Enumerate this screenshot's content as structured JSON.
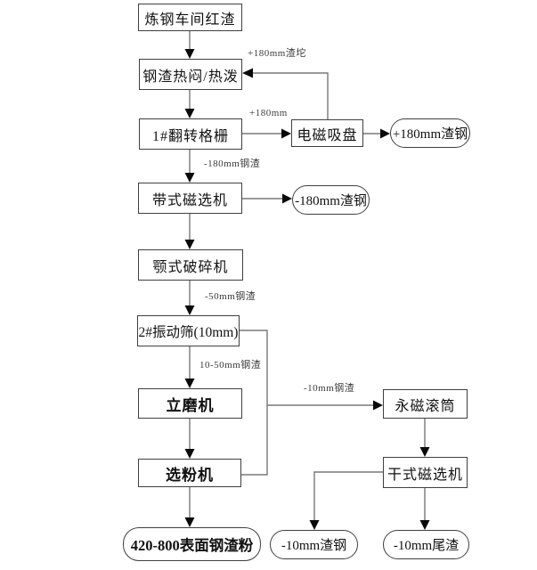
{
  "nodes": {
    "red_slag": {
      "label": "炼钢车间红渣"
    },
    "hot_stew": {
      "label": "钢渣热闷/热泼"
    },
    "grid1": {
      "label": "1#翻转格栅"
    },
    "magnet_plate": {
      "label": "电磁吸盘"
    },
    "plus180_steel": {
      "label": "+180mm渣钢"
    },
    "belt_magnet": {
      "label": "带式磁选机"
    },
    "minus180_steel": {
      "label": "-180mm渣钢"
    },
    "jaw_crusher": {
      "label": "颚式破碎机"
    },
    "vib_screen2": {
      "label": "2#振动筛(10mm)"
    },
    "vertical_mill": {
      "label": "立磨机"
    },
    "powder_classifier": {
      "label": "选粉机"
    },
    "product_powder": {
      "label": "420-800表面钢渣粉"
    },
    "perm_magnet_drum": {
      "label": "永磁滚筒"
    },
    "dry_magnet": {
      "label": "干式磁选机"
    },
    "minus10_steel": {
      "label": "-10mm渣钢"
    },
    "minus10_tailings": {
      "label": "-10mm尾渣"
    }
  },
  "edge_labels": {
    "plus180_lump": "+180mm渣坨",
    "plus180": "+180mm",
    "minus180_slag": "-180mm钢渣",
    "minus50_slag": "-50mm钢渣",
    "mid_slag": "10-50mm钢渣",
    "minus10_slag": "-10mm钢渣"
  },
  "colors": {
    "background": "#ffffff",
    "box_border": "#3f3f3f",
    "wire": "#787878",
    "arrowhead": "#0a0a0a",
    "text": "#111111",
    "edge_label_text": "#3c3c3c"
  }
}
